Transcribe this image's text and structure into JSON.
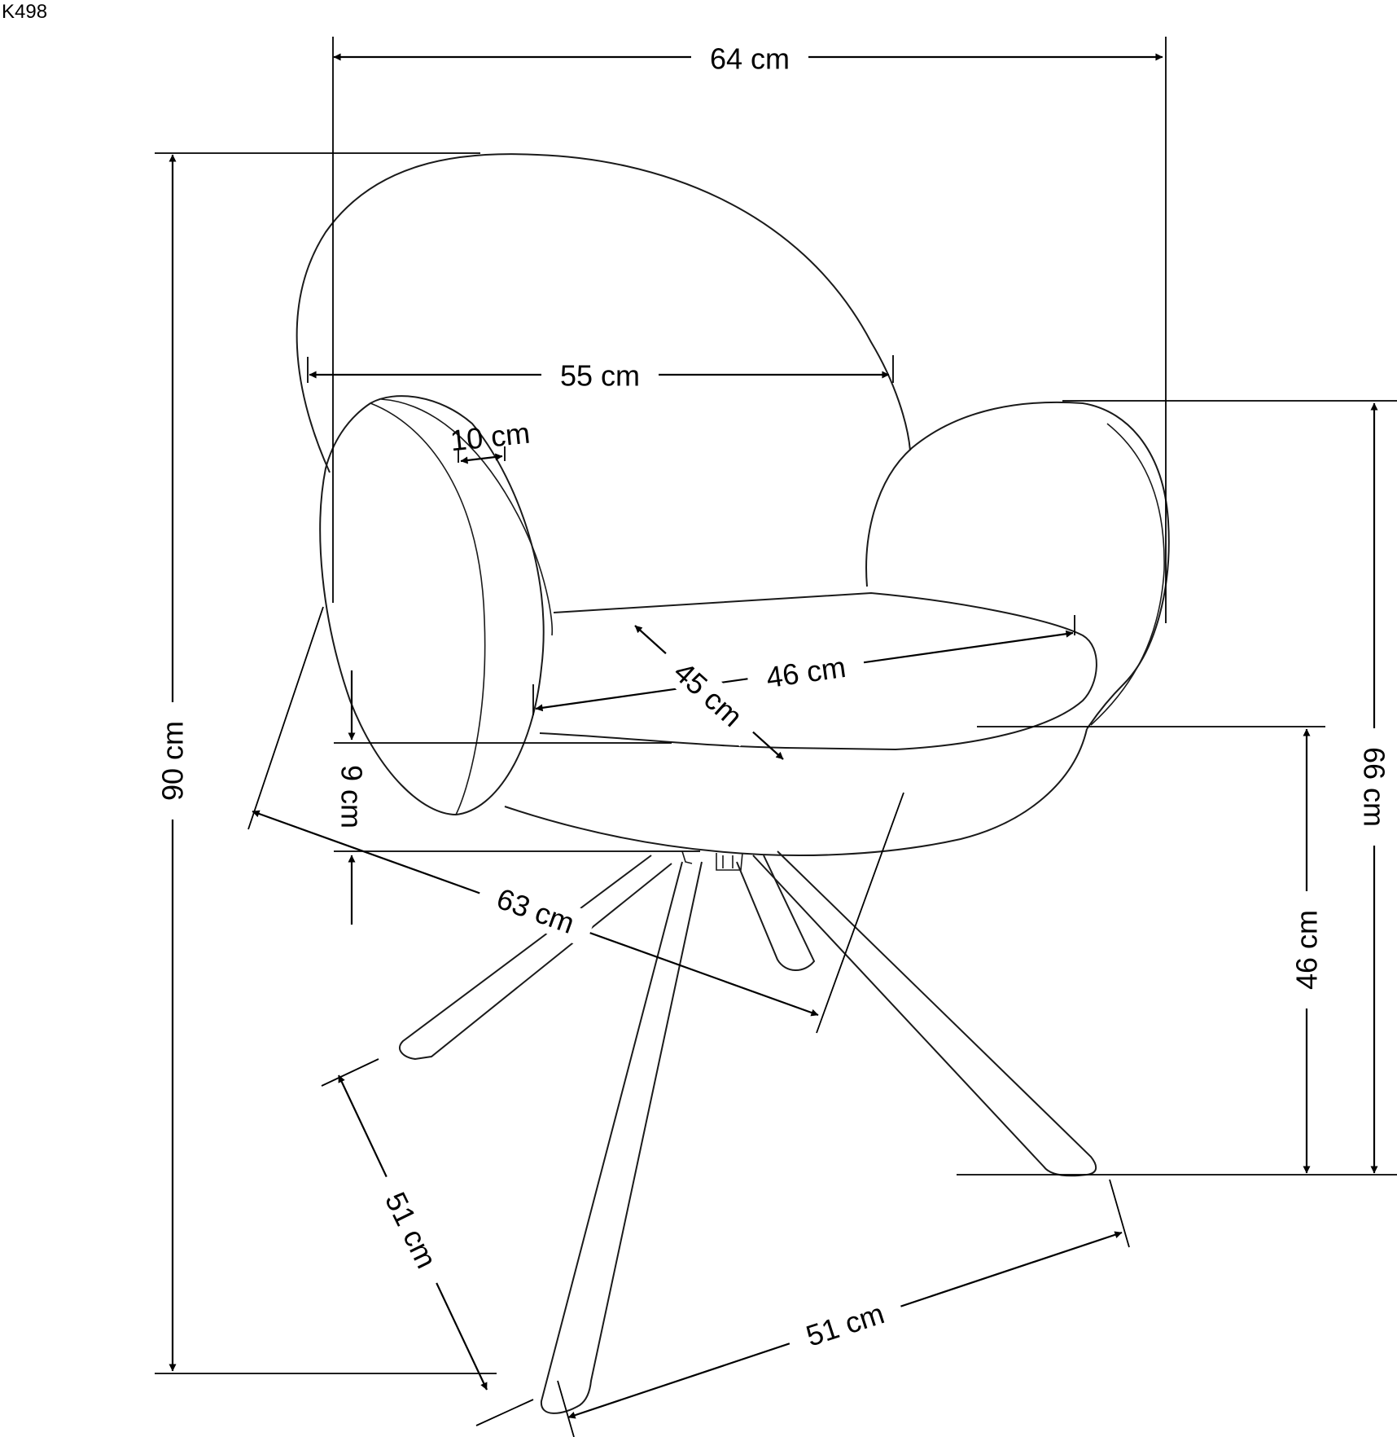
{
  "product_code": "K498",
  "dimensions": {
    "overall_width": "64 cm",
    "backrest_width": "55 cm",
    "armrest_thickness": "10 cm",
    "seat_width": "46 cm",
    "seat_depth": "45 cm",
    "overall_height": "90 cm",
    "armrest_height": "66 cm",
    "seat_height": "46 cm",
    "seat_thickness": "9 cm",
    "overall_depth": "63 cm",
    "base_depth": "51 cm",
    "base_width": "51 cm"
  }
}
